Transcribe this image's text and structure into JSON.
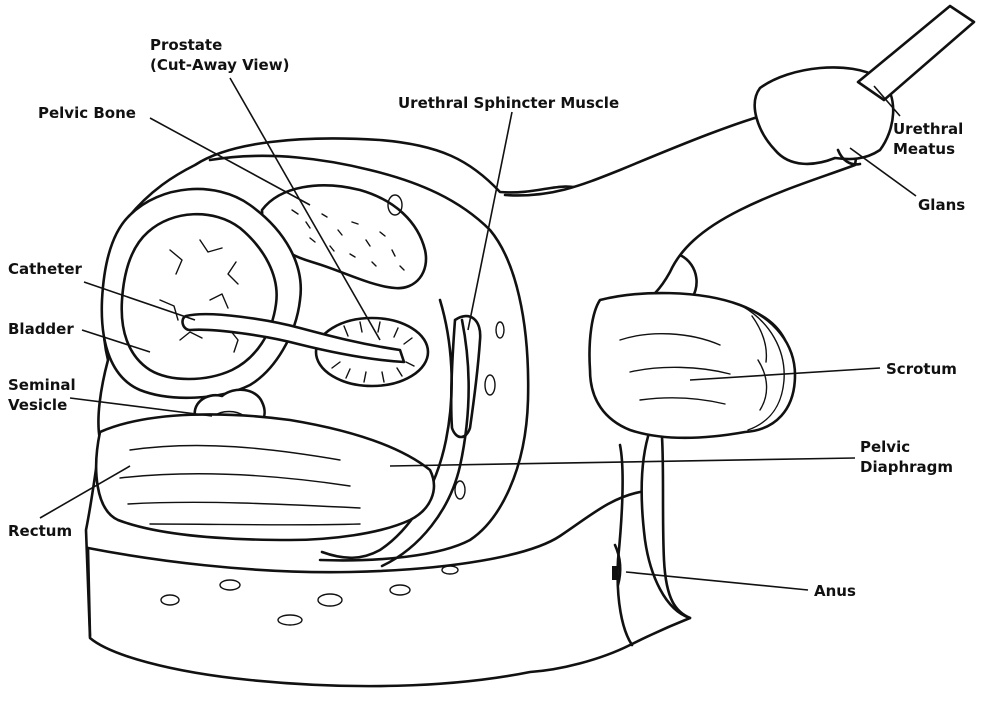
{
  "labels": {
    "prostate_line1": "Prostate",
    "prostate_line2": "(Cut-Away View)",
    "pelvic_bone": "Pelvic Bone",
    "urethral_sphincter": "Urethral Sphincter Muscle",
    "urethral_meatus_line1": "Urethral",
    "urethral_meatus_line2": "Meatus",
    "glans": "Glans",
    "catheter": "Catheter",
    "bladder": "Bladder",
    "seminal_vesicle_line1": "Seminal",
    "seminal_vesicle_line2": "Vesicle",
    "scrotum": "Scrotum",
    "pelvic_diaphragm_line1": "Pelvic",
    "pelvic_diaphragm_line2": "Diaphragm",
    "rectum": "Rectum",
    "anus": "Anus"
  },
  "colors": {
    "ink": "#111111",
    "background": "#ffffff"
  }
}
